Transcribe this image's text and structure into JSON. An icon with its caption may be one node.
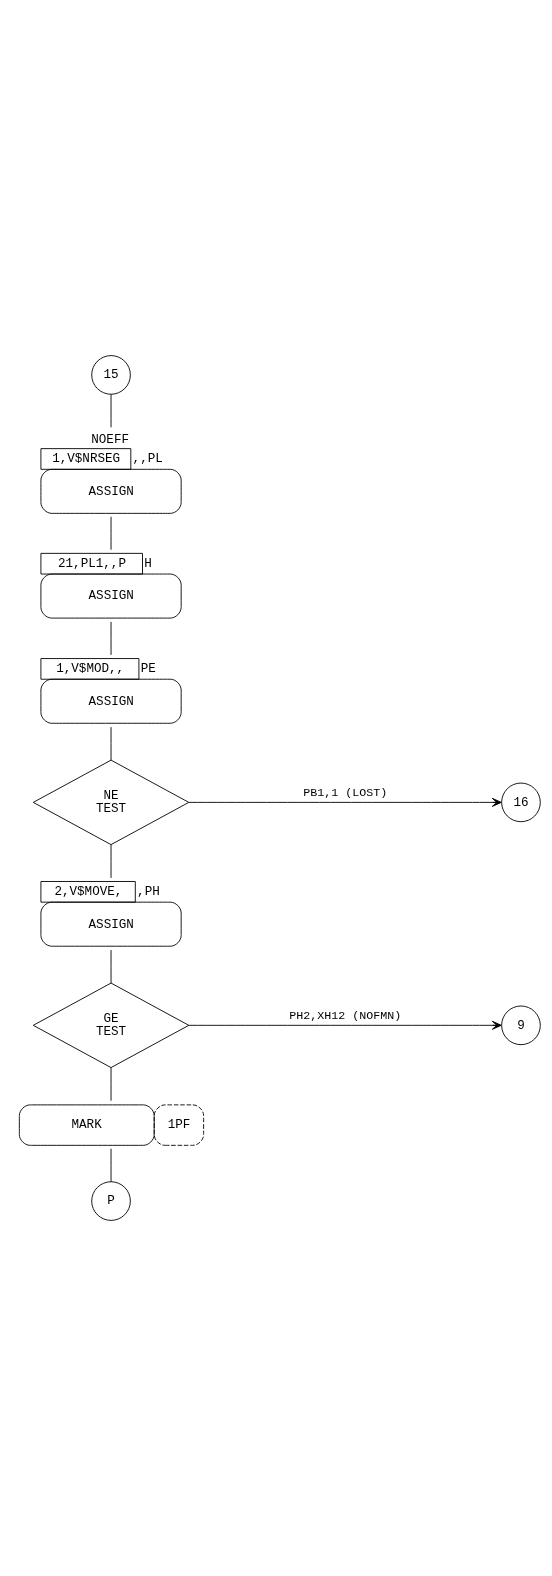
{
  "diagram": {
    "nodes": [
      {
        "text": [
          "15"
        ]
      },
      {
        "text": [
          "1,V$NRSEG",
          "ASSIGN"
        ],
        "beside": [
          "NOEFF",
          ",,PL"
        ]
      },
      {
        "text": [
          "21,PL1,,P",
          "ASSIGN"
        ],
        "beside": [
          "H"
        ]
      },
      {
        "text": [
          "1,V$MOD,,",
          "ASSIGN"
        ],
        "beside": [
          "PE"
        ]
      },
      {
        "text": [
          "NE",
          "TEST"
        ]
      },
      {
        "text": [
          "16"
        ]
      },
      {
        "text": [
          "2,V$MOVE,",
          "ASSIGN"
        ],
        "beside": [
          ",PH"
        ]
      },
      {
        "text": [
          "GE",
          "TEST"
        ]
      },
      {
        "text": [
          "9"
        ]
      },
      {
        "text": [
          "MARK"
        ],
        "beside": [
          "1PF"
        ]
      },
      {
        "text": [
          "P"
        ]
      }
    ],
    "edges": [
      {
        "from": 0,
        "to": 1,
        "arrow": "none"
      },
      {
        "from": 1,
        "to": 2,
        "arrow": "none"
      },
      {
        "from": 2,
        "to": 3,
        "arrow": "none"
      },
      {
        "from": 3,
        "to": 4,
        "arrow": "none"
      },
      {
        "from": 4,
        "to": 5,
        "arrow": "to",
        "label": "PB1,1 (LOST)"
      },
      {
        "from": 4,
        "to": 6,
        "arrow": "none"
      },
      {
        "from": 6,
        "to": 7,
        "arrow": "none"
      },
      {
        "from": 7,
        "to": 8,
        "arrow": "to",
        "label": "PH2,XH12 (NOFMN)"
      },
      {
        "from": 7,
        "to": 9,
        "arrow": "none"
      },
      {
        "from": 9,
        "to": 10,
        "arrow": "none"
      }
    ]
  }
}
